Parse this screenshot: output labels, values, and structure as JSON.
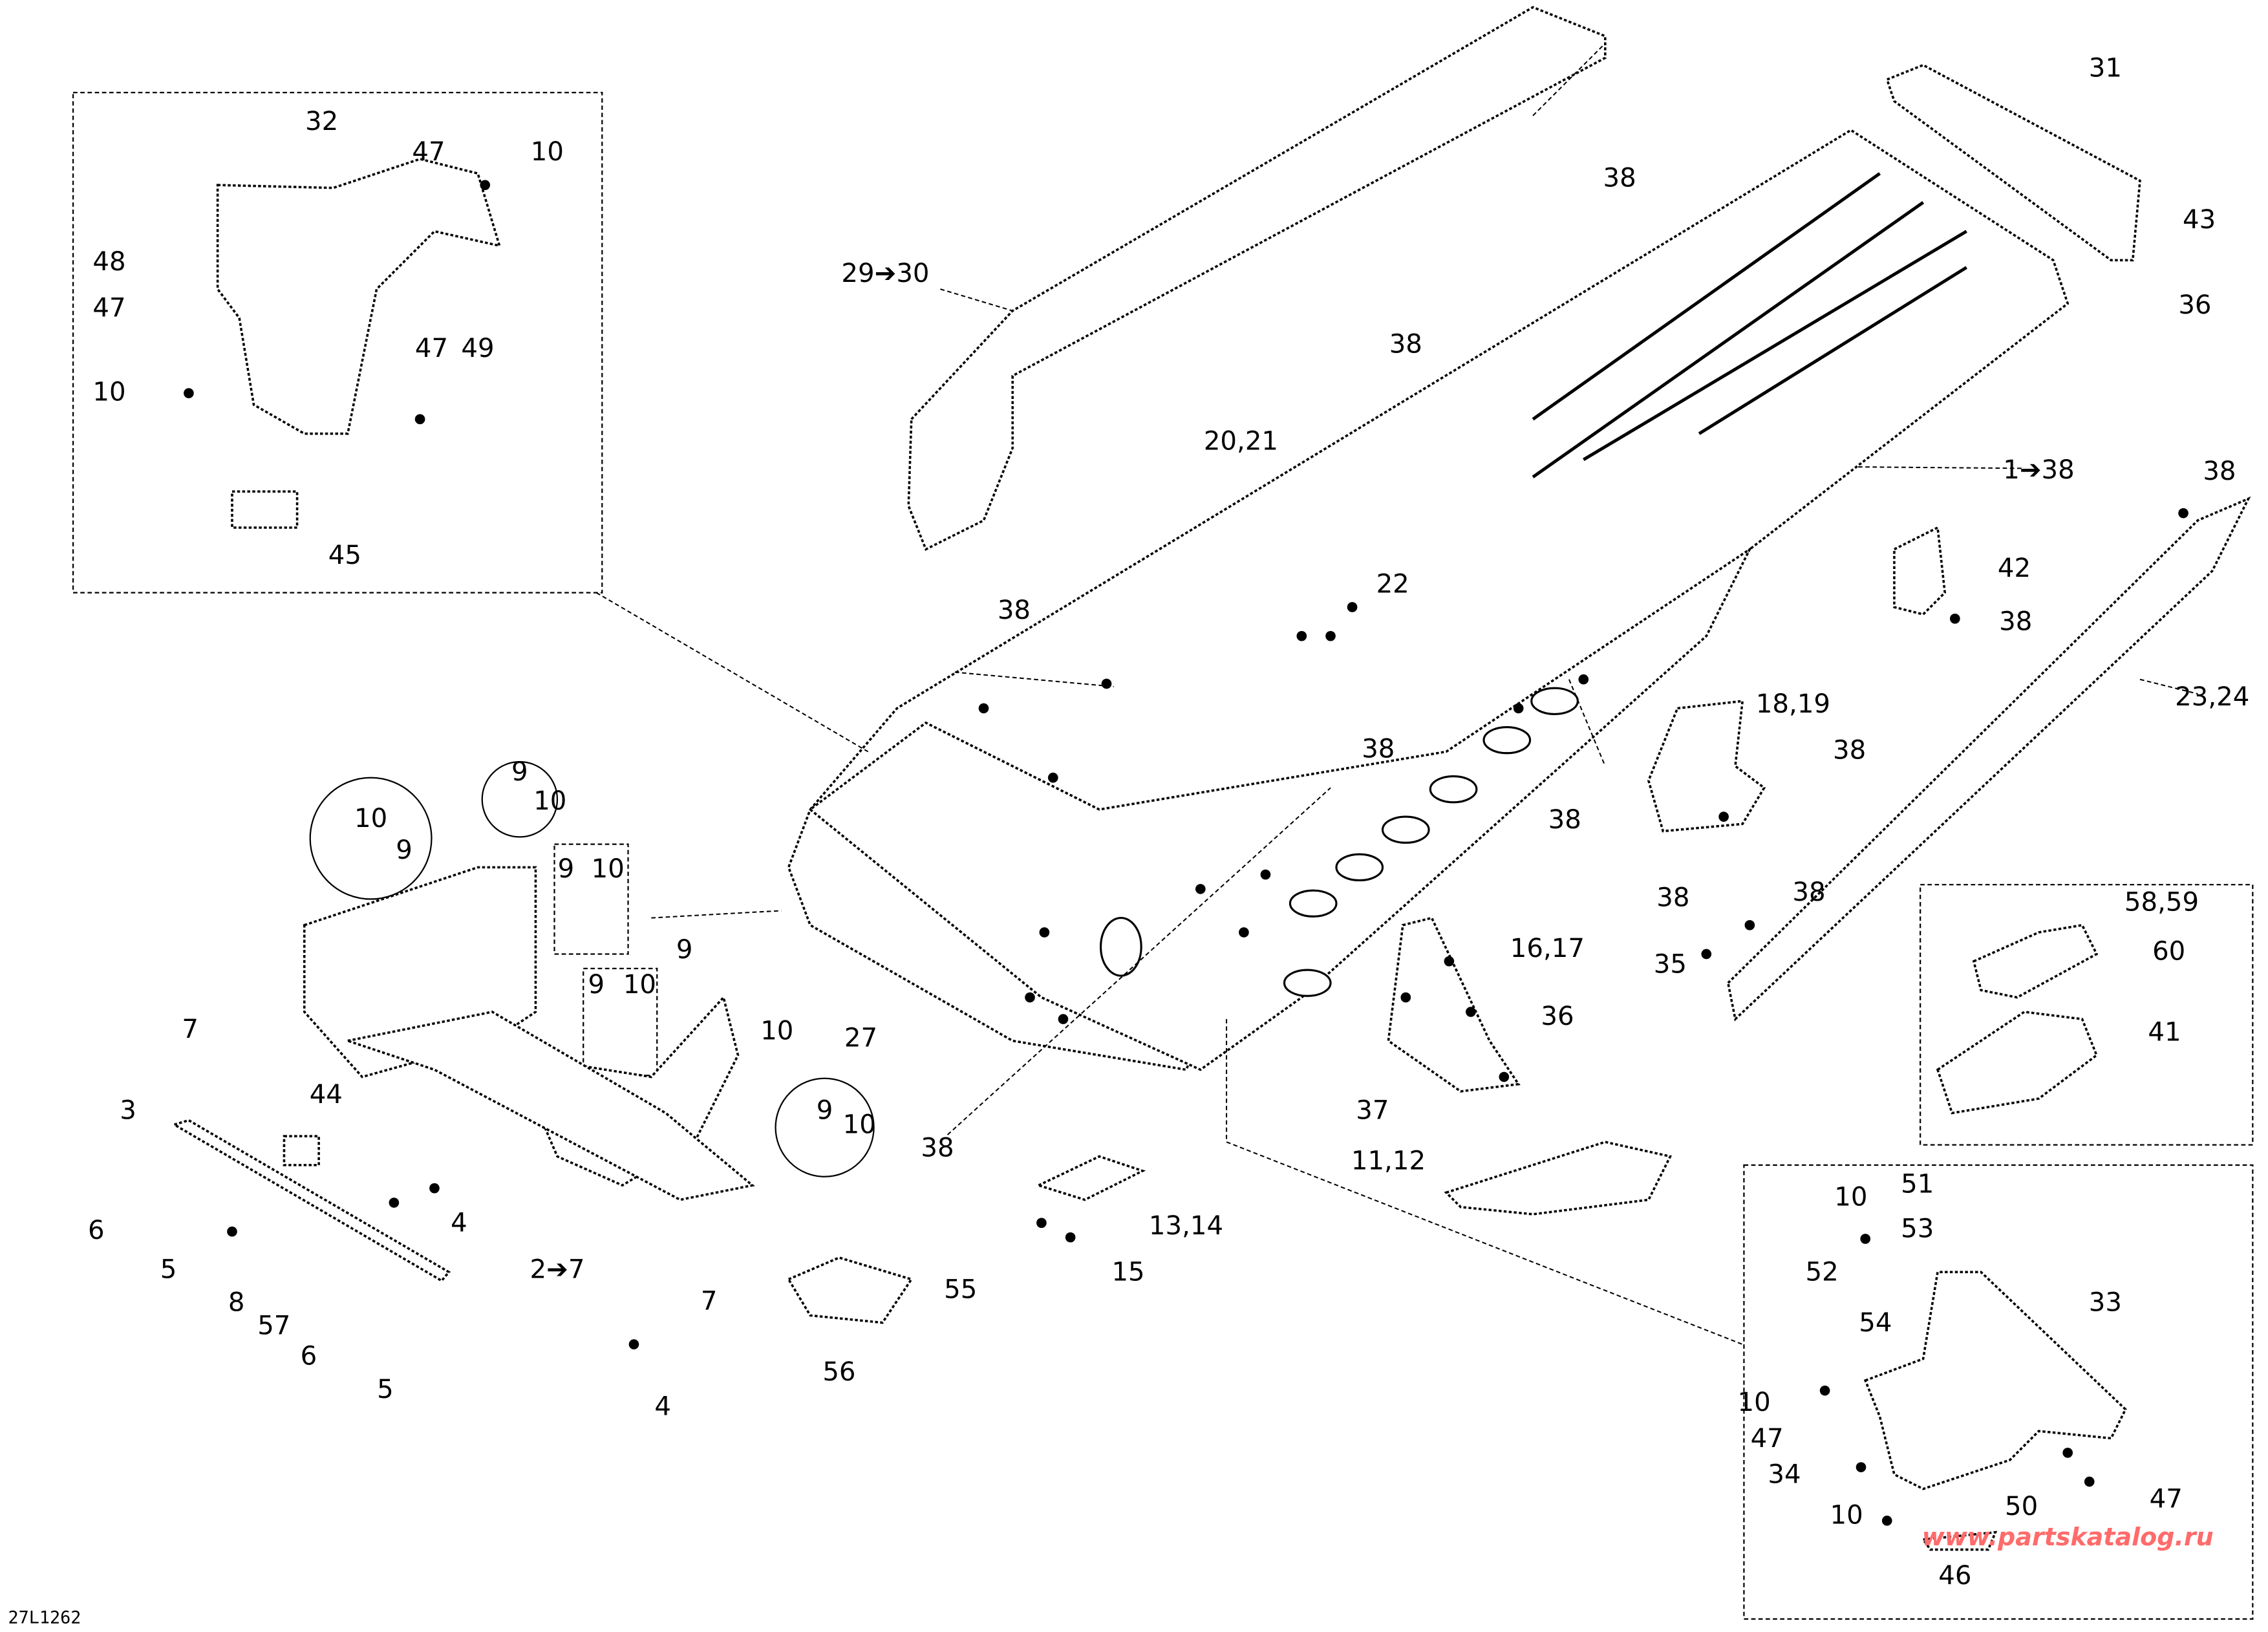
{
  "diagram": {
    "code": "27L1262",
    "watermark": "www.partskatalog.ru",
    "watermark_color": "#ff6b6b",
    "callouts": [
      "32",
      "47",
      "10",
      "48",
      "47",
      "47",
      "49",
      "10",
      "45",
      "38",
      "29➔30",
      "31",
      "43",
      "36",
      "38",
      "20,21",
      "1➔38",
      "38",
      "42",
      "38",
      "22",
      "38",
      "23,24",
      "18,19",
      "38",
      "38",
      "38",
      "38",
      "38",
      "58,59",
      "60",
      "35",
      "16,17",
      "36",
      "41",
      "37",
      "11,12",
      "13,14",
      "15",
      "27",
      "38",
      "9",
      "10",
      "10",
      "9",
      "9",
      "10",
      "9",
      "10",
      "9",
      "10",
      "7",
      "3",
      "44",
      "6",
      "4",
      "5",
      "8",
      "2➔7",
      "57",
      "6",
      "5",
      "7",
      "9",
      "10",
      "55",
      "56",
      "4",
      "10",
      "51",
      "53",
      "52",
      "54",
      "33",
      "10",
      "47",
      "34",
      "47",
      "50",
      "10",
      "46"
    ]
  }
}
